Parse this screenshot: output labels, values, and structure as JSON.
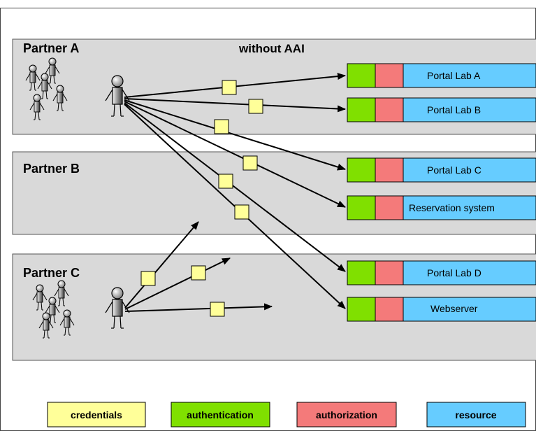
{
  "heading": "without AAI",
  "partners": [
    {
      "title": "Partner A"
    },
    {
      "title": "Partner B"
    },
    {
      "title": "Partner C"
    }
  ],
  "resources": [
    {
      "label": "Portal Lab A"
    },
    {
      "label": "Portal Lab B"
    },
    {
      "label": "Portal Lab C"
    },
    {
      "label": "Reservation system"
    },
    {
      "label": "Portal Lab D"
    },
    {
      "label": "Webserver"
    }
  ],
  "legend": [
    {
      "label": "credentials",
      "color": "#ffff99"
    },
    {
      "label": "authentication",
      "color": "#80e000"
    },
    {
      "label": "authorization",
      "color": "#f47a7a"
    },
    {
      "label": "resource",
      "color": "#66ccff"
    }
  ],
  "colors": {
    "partner_box": "#d9d9d9",
    "credentials": "#ffff99",
    "authentication": "#80e000",
    "authorization": "#f47a7a",
    "resource": "#66ccff"
  }
}
